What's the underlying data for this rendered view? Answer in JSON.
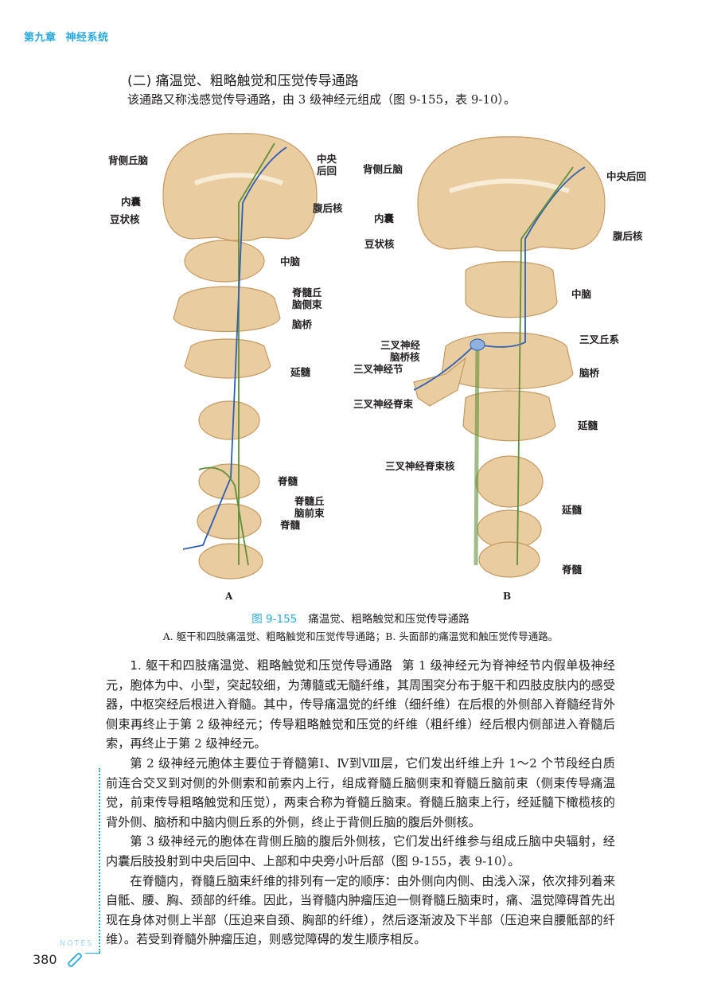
{
  "header": {
    "chapter": "第九章",
    "chapter_title": "神经系统"
  },
  "section": {
    "title": "(二) 痛温觉、粗略触觉和压觉传导通路",
    "intro": "该通路又称浅感觉传导通路，由 3 级神经元组成（图 9-155，表 9-10）。"
  },
  "figure": {
    "panel_a": {
      "letter": "A",
      "labels": [
        "背侧丘脑",
        "内囊",
        "豆状核",
        "中央",
        "后回",
        "腹后核",
        "中脑",
        "脊髓丘",
        "脑侧束",
        "脑桥",
        "延髓",
        "脊髓",
        "脊髓丘",
        "脑前束",
        "脊髓"
      ]
    },
    "panel_b": {
      "letter": "B",
      "labels": [
        "背侧丘脑",
        "中央后回",
        "内囊",
        "豆状核",
        "腹后核",
        "中脑",
        "三叉神经",
        "脑桥核",
        "三叉丘系",
        "三叉神经节",
        "脑桥",
        "三叉神经脊束",
        "延髓",
        "三叉神经脊束核",
        "延髓",
        "脊髓"
      ]
    },
    "number": "图 9-155",
    "title": "痛温觉、粗略触觉和压觉传导通路",
    "subcaption": "A. 躯干和四肢痛温觉、粗略触觉和压觉传导通路；B. 头面部的痛温觉和触压觉传导通路。",
    "colors": {
      "tissue": "#e9cc9f",
      "outline": "#c49a63",
      "fiber_blue": "#2d5fb4",
      "fiber_green": "#5f8f3a",
      "accent": "#29a9e0"
    }
  },
  "body": {
    "p1_heading": "1. 躯干和四肢痛温觉、粗略触觉和压觉传导通路",
    "p1": "第 1 级神经元为脊神经节内假单极神经元，胞体为中、小型，突起较细，为薄髓或无髓纤维，其周围突分布于躯干和四肢皮肤内的感受器，中枢突经后根进入脊髓。其中，传导痛温觉的纤维（细纤维）在后根的外侧部入脊髓经背外侧束再终止于第 2 级神经元；传导粗略触觉和压觉的纤维（粗纤维）经后根内侧部进入脊髓后索，再终止于第 2 级神经元。",
    "p2": "第 2 级神经元胞体主要位于脊髓第Ⅰ、Ⅳ到Ⅷ层，它们发出纤维上升 1～2 个节段经白质前连合交叉到对侧的外侧索和前索内上行，组成脊髓丘脑侧束和脊髓丘脑前束（侧束传导痛温觉，前束传导粗略触觉和压觉），两束合称为脊髓丘脑束。脊髓丘脑束上行，经延髓下橄榄核的背外侧、脑桥和中脑内侧丘系的外侧，终止于背侧丘脑的腹后外侧核。",
    "p3": "第 3 级神经元的胞体在背侧丘脑的腹后外侧核，它们发出纤维参与组成丘脑中央辐射，经内囊后肢投射到中央后回中、上部和中央旁小叶后部（图 9-155，表 9-10）。",
    "p4": "在脊髓内，脊髓丘脑束纤维的排列有一定的顺序：由外侧向内侧、由浅入深，依次排列着来自骶、腰、胸、颈部的纤维。因此，当脊髓内肿瘤压迫一侧脊髓丘脑束时，痛、温觉障碍首先出现在身体对侧上半部（压迫来自颈、胸部的纤维），然后逐渐波及下半部（压迫来自腰骶部的纤维）。若受到脊髓外肿瘤压迫，则感觉障碍的发生顺序相反。"
  },
  "footer": {
    "notes": "NOTES",
    "page": "380",
    "icon": "pen-icon"
  }
}
